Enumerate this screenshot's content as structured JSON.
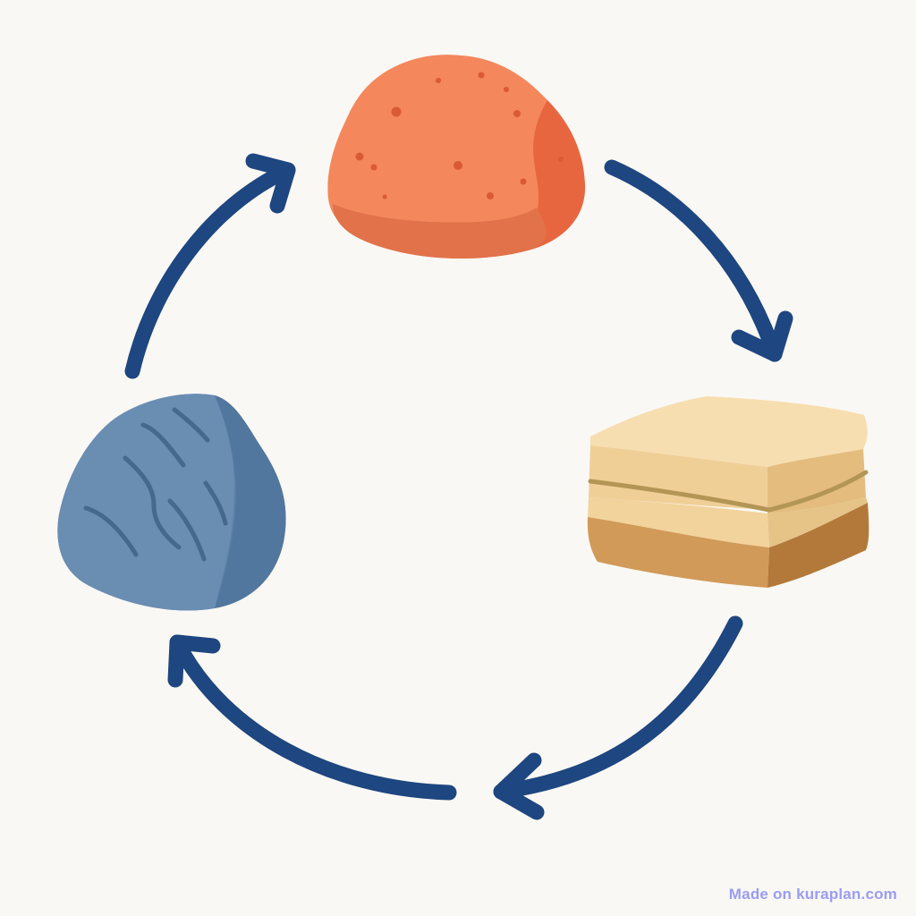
{
  "diagram": {
    "type": "cycle",
    "nodes": [
      {
        "id": "top",
        "icon": "igneous-rock-icon"
      },
      {
        "id": "right",
        "icon": "sedimentary-rock-icon"
      },
      {
        "id": "left",
        "icon": "metamorphic-rock-icon"
      }
    ],
    "arrow_direction": "clockwise",
    "colors": {
      "background": "#faf8f4",
      "arrow": "#1e4680",
      "igneous": "#f4875c",
      "sedimentary": "#f0cf97",
      "metamorphic": "#5b80a6",
      "watermark": "#9a9cf5"
    }
  },
  "footer": {
    "watermark": "Made on kuraplan.com"
  }
}
